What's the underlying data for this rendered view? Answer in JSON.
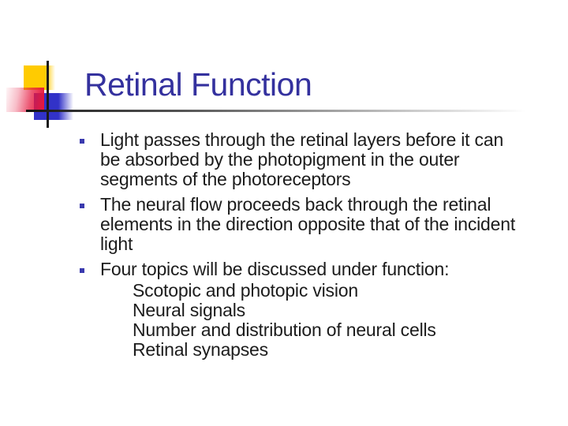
{
  "slide": {
    "title": "Retinal Function",
    "bullets": [
      {
        "marker": "square-bullet",
        "lines": [
          "Light passes through the retinal layers before it can",
          "be absorbed by the photopigment in the outer",
          "segments of the photoreceptors"
        ]
      },
      {
        "marker": "square-bullet",
        "lines": [
          "The neural flow proceeds back through the retinal",
          "elements in the direction opposite that of the incident",
          "light"
        ]
      },
      {
        "marker": "square-bullet",
        "lines": [
          "Four topics will be discussed under function:"
        ],
        "sub_lines": [
          "Scotopic and photopic vision",
          "Neural signals",
          "Number and distribution of neural cells",
          "Retinal synapses"
        ]
      }
    ],
    "colors": {
      "title_text": "#34319e",
      "body_text": "#1c1c1c",
      "bullet_marker": "#3a3aae",
      "decor_yellow": "#ffcb01",
      "decor_red": "#e5173e",
      "decor_blue": "#3232c8",
      "line_dark": "#1a1a1a"
    }
  }
}
